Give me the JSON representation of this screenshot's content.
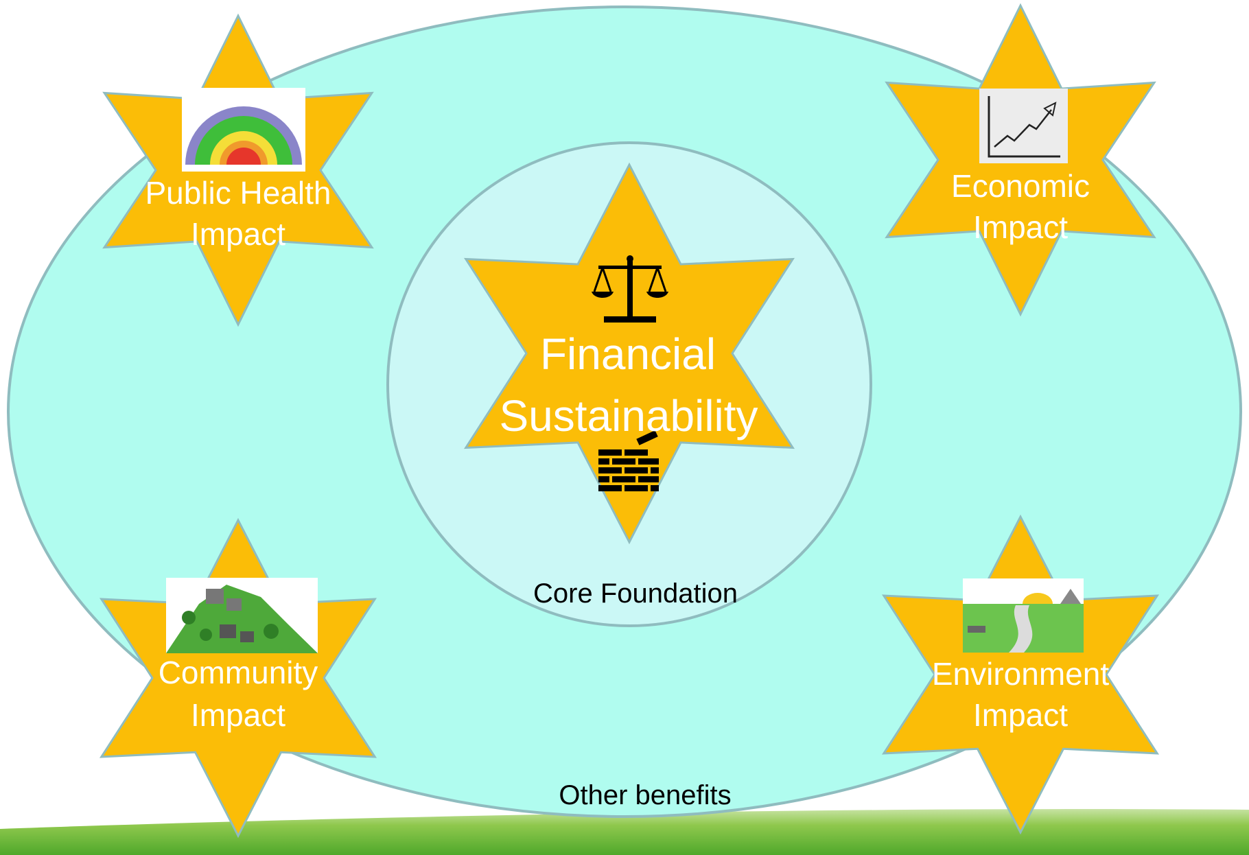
{
  "diagram": {
    "outer_label": "Other benefits",
    "inner_label": "Core Foundation",
    "center": {
      "line1": "Financial",
      "line2": "Sustainability",
      "top_icon": "balance-scale-icon",
      "bottom_icon": "brick-wall-icon"
    },
    "stars": [
      {
        "id": "public-health",
        "line1": "Public Health",
        "line2": "Impact",
        "image": "health-determinants-rainbow-image"
      },
      {
        "id": "economic",
        "line1": "Economic",
        "line2": "Impact",
        "image": "rising-graph-sketch-image"
      },
      {
        "id": "community",
        "line1": "Community",
        "line2": "Impact",
        "image": "village-sketch-image"
      },
      {
        "id": "environment",
        "line1": "Environment",
        "line2": "Impact",
        "image": "landscape-sunrise-sketch-image"
      }
    ]
  },
  "colors": {
    "outer_ellipse": "#b0fcef",
    "inner_circle": "#cbf8f6",
    "outline": "#8fbcbf",
    "star": "#fbbd07",
    "star_text": "#ffffff",
    "green_band": "#6bb431"
  }
}
